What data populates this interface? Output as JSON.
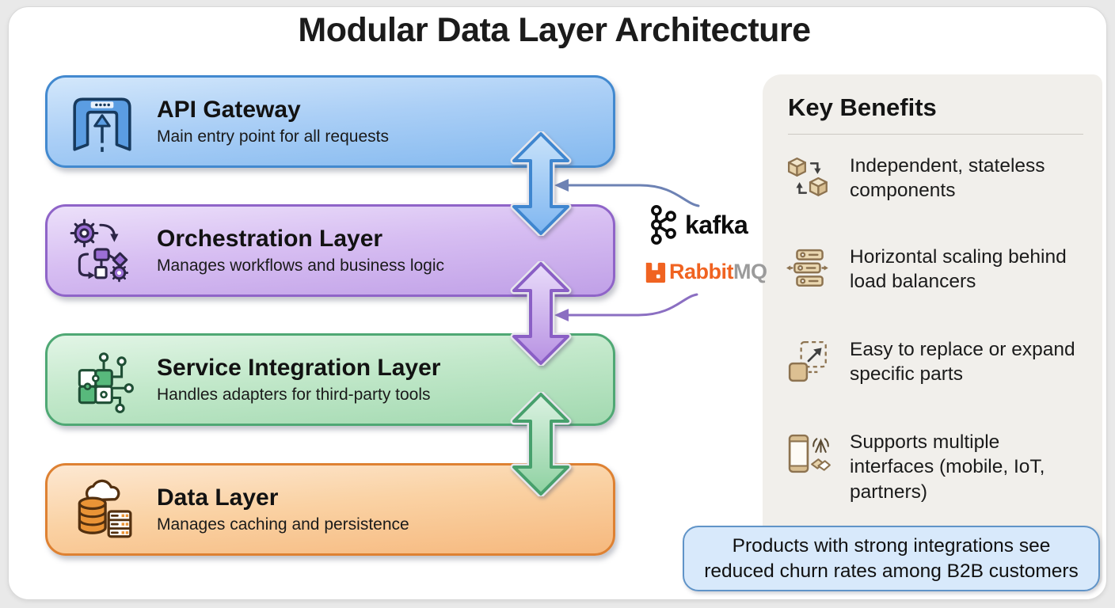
{
  "title": "Modular Data Layer Architecture",
  "layers": [
    {
      "name": "API Gateway",
      "description": "Main entry point for all requests",
      "icon": "gateway-icon",
      "accent": "#4289cf"
    },
    {
      "name": "Orchestration Layer",
      "description": "Manages workflows and business logic",
      "icon": "orchestration-icon",
      "accent": "#8f64c8"
    },
    {
      "name": "Service Integration Layer",
      "description": "Handles adapters for third-party tools",
      "icon": "integration-icon",
      "accent": "#4fa874"
    },
    {
      "name": "Data Layer",
      "description": "Manages caching and persistence",
      "icon": "database-icon",
      "accent": "#de8132"
    }
  ],
  "messaging": {
    "kafka_label": "kafka",
    "rabbitmq_label_rabbit": "Rabbit",
    "rabbitmq_label_mq": "MQ",
    "kafka_color": "#0c0c0c",
    "rabbitmq_color": "#f06321"
  },
  "benefits_panel": {
    "heading": "Key Benefits",
    "items": [
      {
        "icon": "cubes-swap-icon",
        "text": "Independent, stateless components"
      },
      {
        "icon": "server-stack-icon",
        "text": "Horizontal scaling behind load balancers"
      },
      {
        "icon": "expand-icon",
        "text": "Easy to replace or expand specific parts"
      },
      {
        "icon": "interfaces-icon",
        "text": "Supports multiple interfaces (mobile, IoT, partners)"
      }
    ],
    "background": "#f1efeb"
  },
  "callout": {
    "text": "Products with strong integrations see reduced churn rates among B2B customers",
    "background": "#d8e9fb",
    "border": "#6094c8"
  }
}
